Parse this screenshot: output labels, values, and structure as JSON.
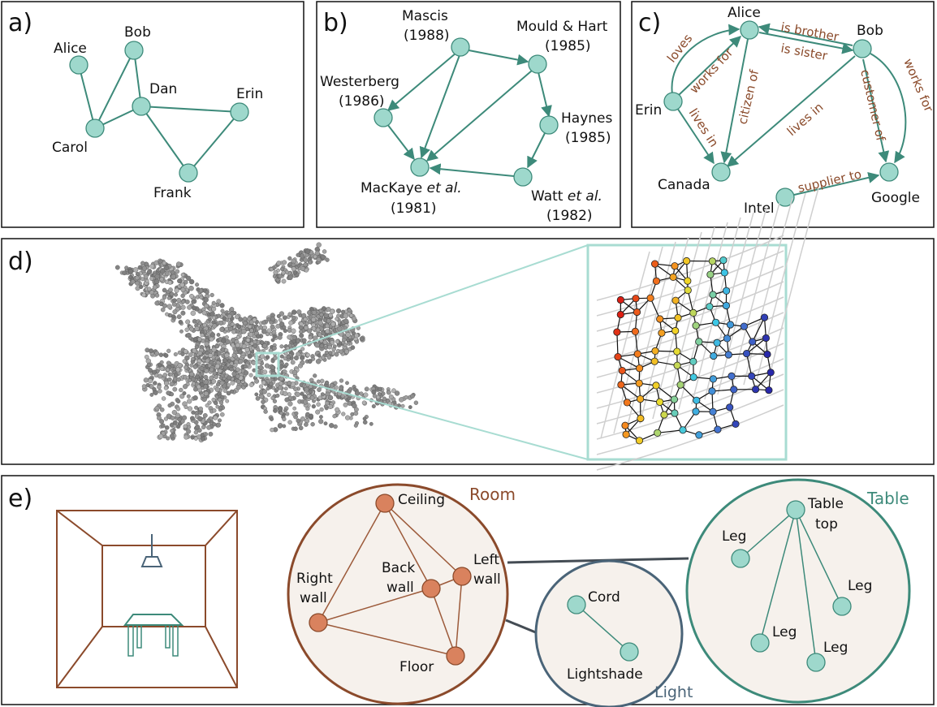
{
  "panels": {
    "a": {
      "label": "a)"
    },
    "b": {
      "label": "b)"
    },
    "c": {
      "label": "c)"
    },
    "d": {
      "label": "d)"
    },
    "e": {
      "label": "e)"
    }
  },
  "panel_a": {
    "nodes": [
      {
        "id": "alice",
        "label": "Alice"
      },
      {
        "id": "bob",
        "label": "Bob"
      },
      {
        "id": "dan",
        "label": "Dan"
      },
      {
        "id": "erin",
        "label": "Erin"
      },
      {
        "id": "carol",
        "label": "Carol"
      },
      {
        "id": "frank",
        "label": "Frank"
      }
    ]
  },
  "panel_b": {
    "nodes": [
      {
        "id": "mascis",
        "line1": "Mascis",
        "line2": "(1988)"
      },
      {
        "id": "mould",
        "line1": "Mould & Hart",
        "line2": "(1985)"
      },
      {
        "id": "westerberg",
        "line1": "Westerberg",
        "line2": "(1986)"
      },
      {
        "id": "haynes",
        "line1": "Haynes",
        "line2": "(1985)"
      },
      {
        "id": "mackaye",
        "line1a": "MacKaye ",
        "line1b": "et al.",
        "line2": "(1981)"
      },
      {
        "id": "watt",
        "line1a": "Watt ",
        "line1b": "et al.",
        "line2": "(1982)"
      }
    ]
  },
  "panel_c": {
    "nodes": [
      {
        "id": "alice",
        "label": "Alice"
      },
      {
        "id": "bob",
        "label": "Bob"
      },
      {
        "id": "erin",
        "label": "Erin"
      },
      {
        "id": "canada",
        "label": "Canada"
      },
      {
        "id": "intel",
        "label": "Intel"
      },
      {
        "id": "google",
        "label": "Google"
      }
    ],
    "relations": {
      "loves": "loves",
      "works_for_erin": "works for",
      "is_brother": "is brother",
      "is_sister": "is sister",
      "citizen_of": "citizen of",
      "lives_in_erin": "lives in",
      "lives_in_bob": "lives in",
      "customer_of": "customer of",
      "works_for_bob": "works for",
      "supplier_to": "supplier to"
    }
  },
  "panel_e": {
    "room": {
      "title": "Room",
      "nodes": {
        "ceiling": "Ceiling",
        "back1": "Back",
        "back2": "wall",
        "left1": "Left",
        "left2": "wall",
        "right1": "Right",
        "right2": "wall",
        "floor": "Floor"
      }
    },
    "light": {
      "title": "Light",
      "nodes": {
        "cord": "Cord",
        "lightshade": "Lightshade"
      }
    },
    "table": {
      "title": "Table",
      "nodes": {
        "top1": "Table",
        "top2": "top",
        "leg1": "Leg",
        "leg2": "Leg",
        "leg3": "Leg",
        "leg4": "Leg"
      }
    }
  },
  "colors": {
    "node_fill": "#9ed8cc",
    "edge": "#3d8a7a",
    "relation_text": "#8a4a2a",
    "room": "#8b4a2b",
    "light": "#4a6478",
    "table": "#3d8a7a",
    "bubble_fill": "#f6f1ec",
    "zoom_box": "#a8dcd2"
  }
}
